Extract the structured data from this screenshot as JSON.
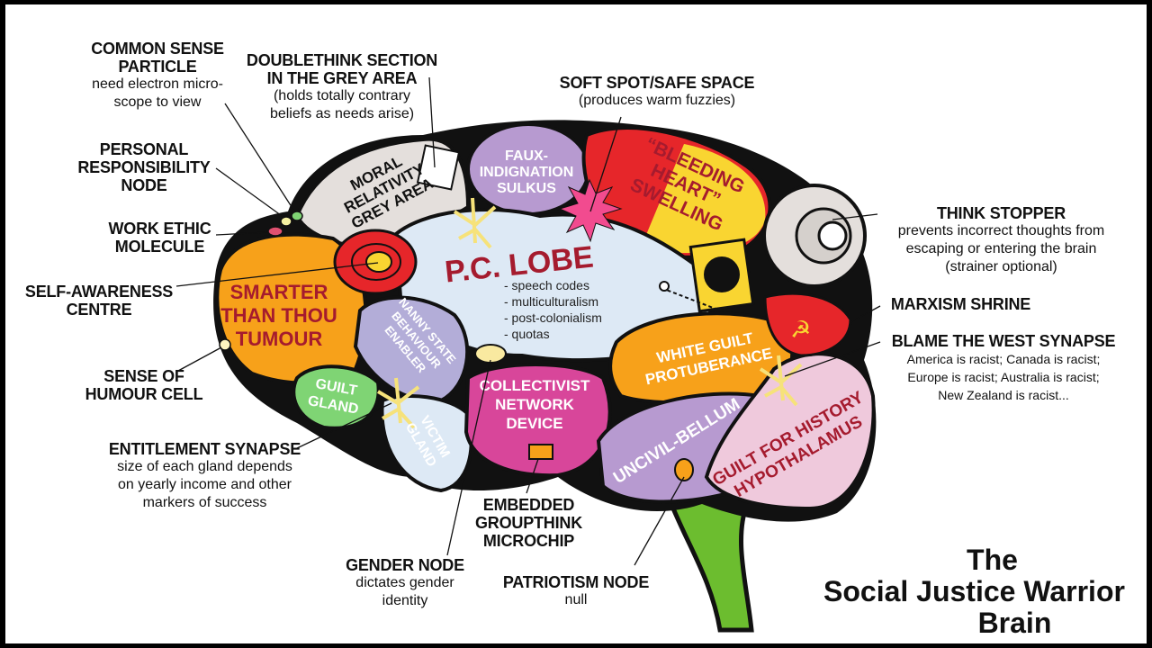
{
  "title": {
    "line1": "The",
    "line2": "Social Justice Warrior",
    "line3": "Brain"
  },
  "labels": {
    "common_sense": {
      "heading": [
        "COMMON SENSE",
        "PARTICLE"
      ],
      "sub": [
        "need electron micro-",
        "scope to view"
      ]
    },
    "doublethink": {
      "heading": [
        "DOUBLETHINK SECTION",
        "IN THE GREY AREA"
      ],
      "sub": [
        "(holds totally contrary",
        "beliefs as needs arise)"
      ]
    },
    "soft_spot": {
      "heading": [
        "SOFT SPOT/SAFE SPACE"
      ],
      "sub": [
        "(produces warm fuzzies)"
      ]
    },
    "personal_responsibility": {
      "heading": [
        "PERSONAL",
        "RESPONSIBILITY",
        "NODE"
      ]
    },
    "work_ethic": {
      "heading": [
        "WORK ETHIC",
        "MOLECULE"
      ]
    },
    "self_awareness": {
      "heading": [
        "SELF-AWARENESS",
        "CENTRE"
      ]
    },
    "humour": {
      "heading": [
        "SENSE OF",
        "HUMOUR CELL"
      ]
    },
    "entitlement": {
      "heading": [
        "ENTITLEMENT SYNAPSE"
      ],
      "sub": [
        "size of each gland depends",
        "on yearly income and other",
        "markers of success"
      ]
    },
    "gender_node": {
      "heading": [
        "GENDER NODE"
      ],
      "sub": [
        "dictates gender",
        "identity"
      ]
    },
    "microchip": {
      "heading": [
        "EMBEDDED",
        "GROUPTHINK",
        "MICROCHIP"
      ]
    },
    "patriotism": {
      "heading": [
        "PATRIOTISM NODE"
      ],
      "sub": [
        "null"
      ]
    },
    "think_stopper": {
      "heading": [
        "THINK STOPPER"
      ],
      "sub": [
        "prevents incorrect thoughts from",
        "escaping or entering the brain",
        "(strainer optional)"
      ]
    },
    "marxism": {
      "heading": [
        "MARXISM SHRINE"
      ]
    },
    "blame_west": {
      "heading": [
        "BLAME THE WEST SYNAPSE"
      ],
      "sub": [
        "America is racist; Canada is racist;",
        "Europe is racist; Australia is racist;",
        "New Zealand is racist..."
      ]
    }
  },
  "regions": {
    "moral": [
      "MORAL",
      "RELATIVITY",
      "GREY AREA"
    ],
    "faux": [
      "FAUX-",
      "INDIGNATION",
      "SULKUS"
    ],
    "bleeding": [
      "“BLEEDING",
      "HEART”",
      "SWELLING"
    ],
    "pc_lobe": {
      "title": "P.C. LOBE",
      "items": [
        "- speech codes",
        "- multiculturalism",
        "- post-colonialism",
        "- quotas"
      ]
    },
    "smarter": [
      "SMARTER",
      "THAN THOU",
      "TUMOUR"
    ],
    "nanny": [
      "NANNY STATE",
      "BEHAVIOUR",
      "ENABLER"
    ],
    "guilt_gland": [
      "GUILT",
      "GLAND"
    ],
    "victim": [
      "VICTIM",
      "GLAND"
    ],
    "collectivist": [
      "COLLECTIVIST",
      "NETWORK",
      "DEVICE"
    ],
    "white_guilt": [
      "WHITE GUILT",
      "PROTUBERANCE"
    ],
    "uncivil": [
      "UNCIVIL-BELLUM"
    ],
    "history": [
      "GUILT FOR HISTORY",
      "HYPOTHALAMUS"
    ]
  },
  "colors": {
    "outline": "#111111",
    "grey": "#e4dfdc",
    "purple": "#b79ad0",
    "red": "#e6262a",
    "yellow": "#f9d531",
    "orange": "#f7a11a",
    "lightblue": "#dde9f5",
    "lavender": "#b3add8",
    "green": "#7fd474",
    "magenta": "#d8469a",
    "pink": "#efc9dc",
    "stem": "#6cbd2f"
  }
}
